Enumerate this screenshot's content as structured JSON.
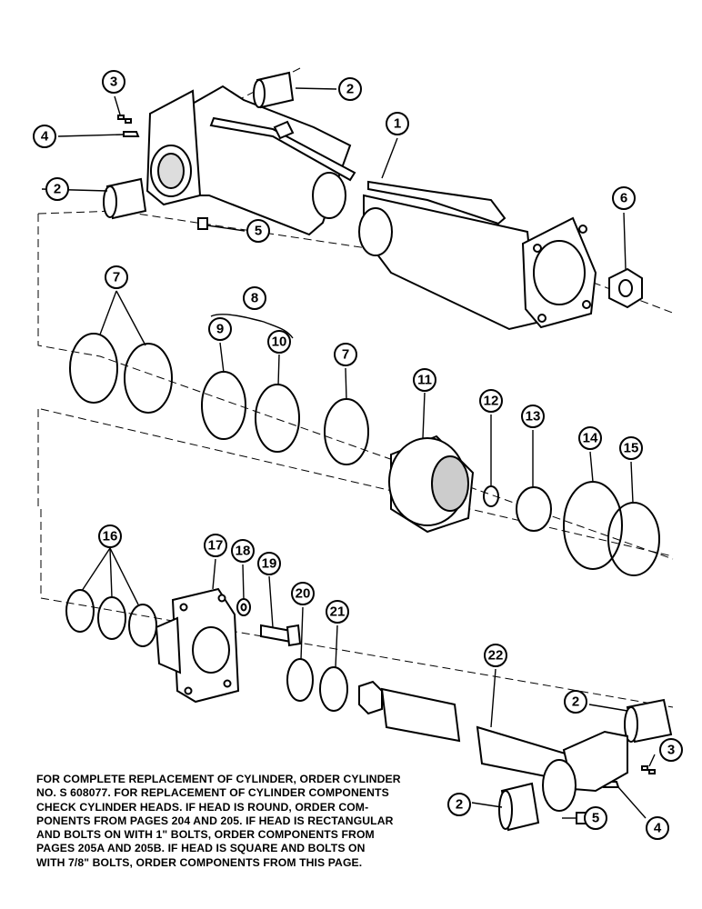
{
  "callouts": {
    "c1": "1",
    "c2a": "2",
    "c2b": "2",
    "c2c": "2",
    "c2d": "2",
    "c3a": "3",
    "c3b": "3",
    "c4a": "4",
    "c4b": "4",
    "c5a": "5",
    "c5b": "5",
    "c6": "6",
    "c7a": "7",
    "c7b": "7",
    "c8": "8",
    "c9": "9",
    "c10": "10",
    "c11": "11",
    "c12": "12",
    "c13": "13",
    "c14": "14",
    "c15": "15",
    "c16": "16",
    "c17": "17",
    "c18": "18",
    "c19": "19",
    "c20": "20",
    "c21": "21",
    "c22": "22"
  },
  "note": {
    "lines": [
      "FOR COMPLETE REPLACEMENT OF CYLINDER, ORDER CYLINDER",
      "NO. S 608077.  FOR REPLACEMENT OF CYLINDER COMPONENTS",
      "CHECK CYLINDER HEADS.  IF HEAD IS ROUND, ORDER COM-",
      "PONENTS FROM PAGES 204 AND 205.  IF HEAD IS RECTANGULAR",
      "AND BOLTS ON WITH 1\" BOLTS, ORDER COMPONENTS FROM",
      "PAGES 205A AND 205B.  IF HEAD IS SQUARE AND BOLTS ON",
      "WITH 7/8\" BOLTS, ORDER COMPONENTS FROM THIS PAGE."
    ]
  }
}
